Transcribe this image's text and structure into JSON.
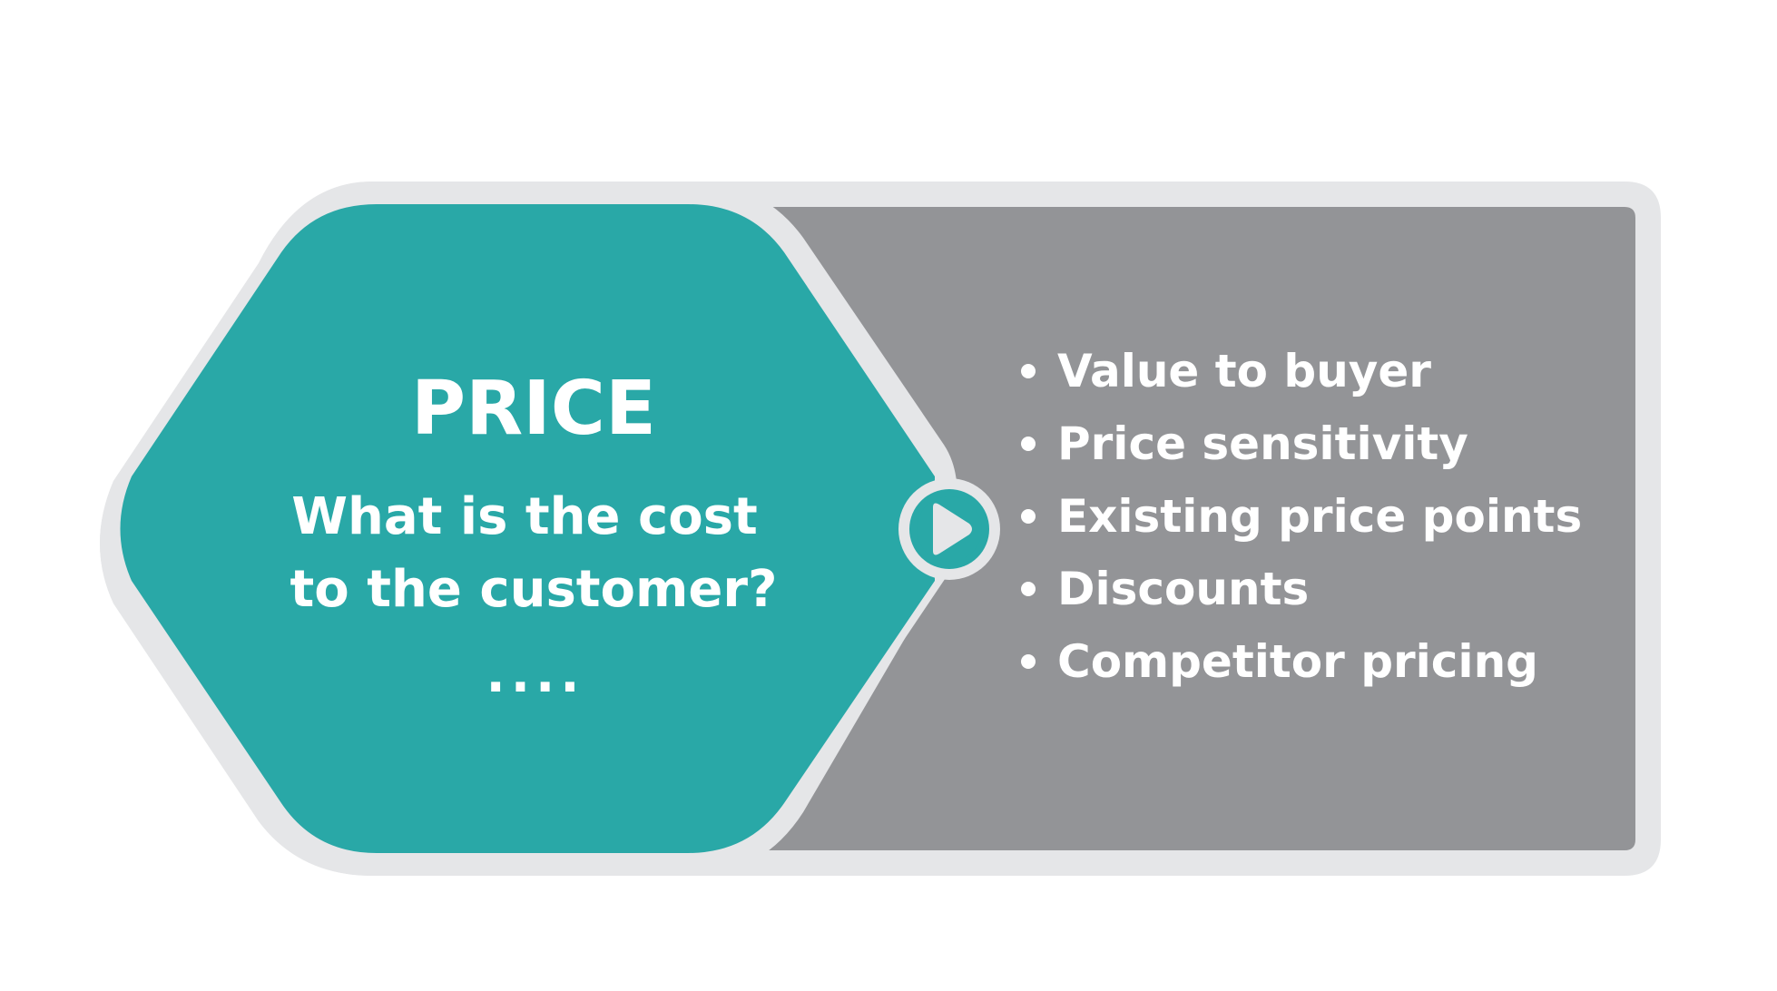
{
  "panel": {
    "title": "PRICE",
    "question_line1": "What is the cost",
    "question_line2": "to the customer?",
    "continuation": "...."
  },
  "factors": [
    "Value to buyer",
    "Price sensitivity",
    "Existing price points",
    "Discounts",
    "Competitor pricing"
  ],
  "icon": "play-icon",
  "colors": {
    "teal": "#29a8a7",
    "gray": "#939497",
    "border": "#e5e6e8",
    "text": "#ffffff"
  }
}
